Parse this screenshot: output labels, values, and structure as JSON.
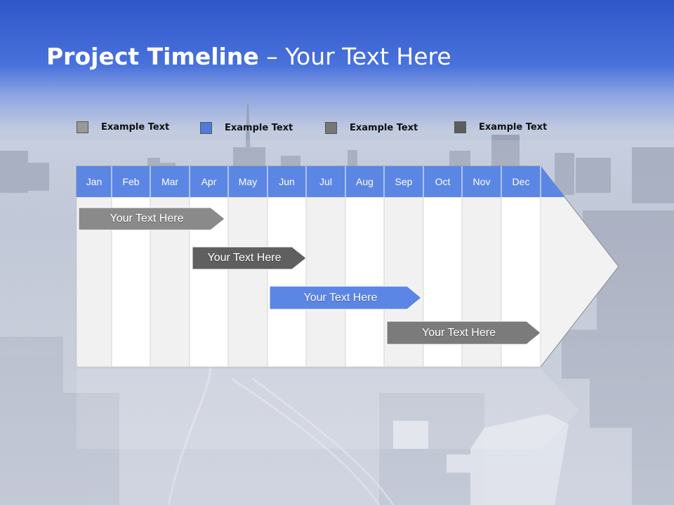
{
  "slide": {
    "title_bold": "Project Timeline",
    "title_rest": " – Your Text Here"
  },
  "legend": [
    {
      "label": "Example Text",
      "color": "#999999"
    },
    {
      "label": "Example Text",
      "color": "#4f7bdc"
    },
    {
      "label": "Example Text",
      "color": "#777777"
    },
    {
      "label": "Example Text",
      "color": "#5d5d5d"
    }
  ],
  "months": [
    "Jan",
    "Feb",
    "Mar",
    "Apr",
    "May",
    "Jun",
    "Jul",
    "Aug",
    "Sep",
    "Oct",
    "Nov",
    "Dec"
  ],
  "tasks": [
    {
      "label": "Your  Text Here",
      "color": "#8a8a8a"
    },
    {
      "label": "Your  Text Here",
      "color": "#5f5f5f"
    },
    {
      "label": "Your  Text Here",
      "color": "#5b86e6"
    },
    {
      "label": "Your  Text Here",
      "color": "#7b7b7b"
    }
  ],
  "colors": {
    "header_blue": "#5c86e4",
    "sky_top": "#3a5fd1"
  }
}
